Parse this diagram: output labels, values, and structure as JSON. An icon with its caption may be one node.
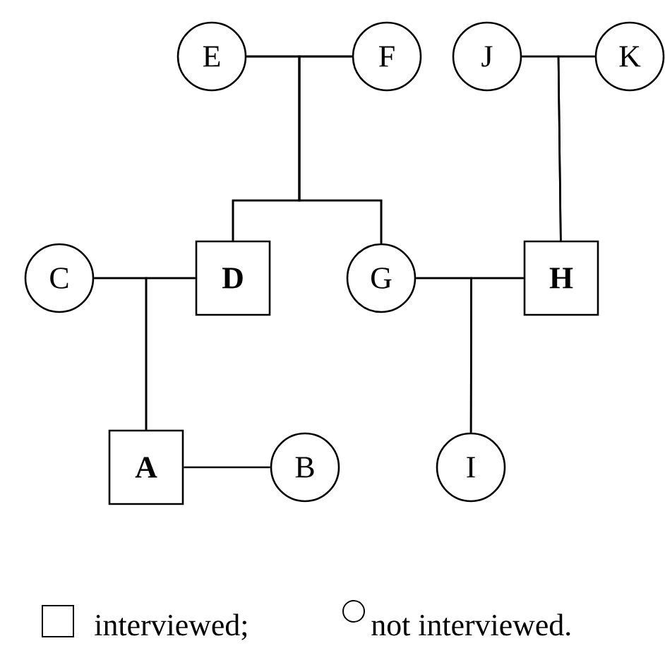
{
  "diagram": {
    "nodes": [
      {
        "text": [
          "E"
        ]
      },
      {
        "text": [
          "F"
        ]
      },
      {
        "text": [
          "J"
        ]
      },
      {
        "text": [
          "K"
        ]
      },
      {
        "text": [
          "C"
        ]
      },
      {
        "text": [
          "D"
        ]
      },
      {
        "text": [
          "G"
        ]
      },
      {
        "text": [
          "H"
        ]
      },
      {
        "text": [
          "A"
        ]
      },
      {
        "text": [
          "B"
        ]
      },
      {
        "text": [
          "I"
        ]
      }
    ],
    "edges": [
      {
        "from": 0,
        "to": 1,
        "arrow": "none"
      },
      {
        "from": 2,
        "to": 3,
        "arrow": "none"
      },
      {
        "from": 4,
        "to": 5,
        "arrow": "none"
      },
      {
        "from": 6,
        "to": 7,
        "arrow": "none"
      },
      {
        "from": 8,
        "to": 9,
        "arrow": "none"
      },
      {
        "from": 0,
        "to": 5,
        "arrow": "none"
      },
      {
        "from": 1,
        "to": 5,
        "arrow": "none"
      },
      {
        "from": 0,
        "to": 6,
        "arrow": "none"
      },
      {
        "from": 1,
        "to": 6,
        "arrow": "none"
      },
      {
        "from": 2,
        "to": 7,
        "arrow": "none"
      },
      {
        "from": 3,
        "to": 7,
        "arrow": "none"
      },
      {
        "from": 4,
        "to": 8,
        "arrow": "none"
      },
      {
        "from": 5,
        "to": 8,
        "arrow": "none"
      },
      {
        "from": 6,
        "to": 10,
        "arrow": "none"
      },
      {
        "from": 7,
        "to": 10,
        "arrow": "none"
      }
    ],
    "legend": [
      {
        "text": "interviewed;"
      },
      {
        "text": "not interviewed."
      }
    ]
  }
}
